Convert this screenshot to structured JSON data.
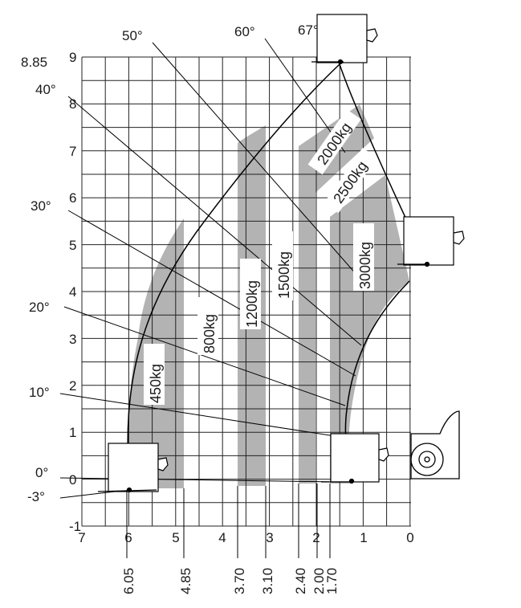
{
  "diagram": {
    "y_axis_ticks": [
      "-1",
      "0",
      "1",
      "2",
      "3",
      "4",
      "5",
      "6",
      "7",
      "8",
      "9"
    ],
    "x_axis_ticks": [
      "7",
      "6",
      "5",
      "4",
      "3",
      "2",
      "1",
      "0"
    ],
    "max_height_label": "8.85",
    "angle_labels": [
      "67°",
      "60°",
      "50°",
      "40°",
      "30°",
      "20°",
      "10°",
      "0°",
      "-3°"
    ],
    "reach_labels": [
      "6.05",
      "4.85",
      "3.70",
      "3.10",
      "2.40",
      "2.00",
      "1.70"
    ],
    "load_zone_labels": [
      "450kg",
      "800kg",
      "1200kg",
      "1500kg",
      "2000kg",
      "2500kg",
      "3000kg"
    ],
    "colors": {
      "zone_fill": "#b3b3b3",
      "grid": "#222222",
      "background": "#ffffff"
    }
  }
}
